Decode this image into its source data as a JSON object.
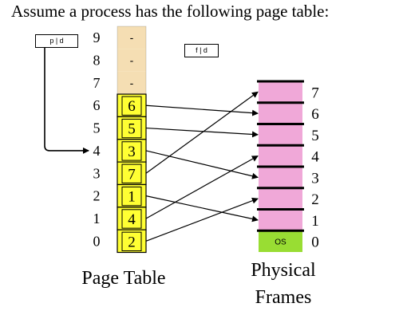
{
  "heading": "Assume a process has the following page table:",
  "address_labels": {
    "virtual": "p | d",
    "physical": "f | d"
  },
  "page_table": {
    "caption": "Page Table",
    "indices": [
      "9",
      "8",
      "7",
      "6",
      "5",
      "4",
      "3",
      "2",
      "1",
      "0"
    ],
    "entries": [
      "-",
      "-",
      "-",
      "6",
      "5",
      "3",
      "7",
      "1",
      "4",
      "2"
    ]
  },
  "physical_frames": {
    "caption_line1": "Physical",
    "caption_line2": "Frames",
    "numbers": [
      "7",
      "6",
      "5",
      "4",
      "3",
      "2",
      "1",
      "0"
    ],
    "os_label": "OS"
  },
  "mappings": [
    {
      "page": "6",
      "frame": "6"
    },
    {
      "page": "5",
      "frame": "5"
    },
    {
      "page": "4",
      "frame": "3"
    },
    {
      "page": "3",
      "frame": "7"
    },
    {
      "page": "2",
      "frame": "1"
    },
    {
      "page": "1",
      "frame": "4"
    },
    {
      "page": "0",
      "frame": "2"
    }
  ],
  "pointer_target_page": "4",
  "colors": {
    "valid_entry": "#ffff33",
    "invalid_entry": "#f5deb3",
    "frame": "#f0a8d8",
    "os_frame": "#99dd33",
    "stroke": "#000000"
  }
}
